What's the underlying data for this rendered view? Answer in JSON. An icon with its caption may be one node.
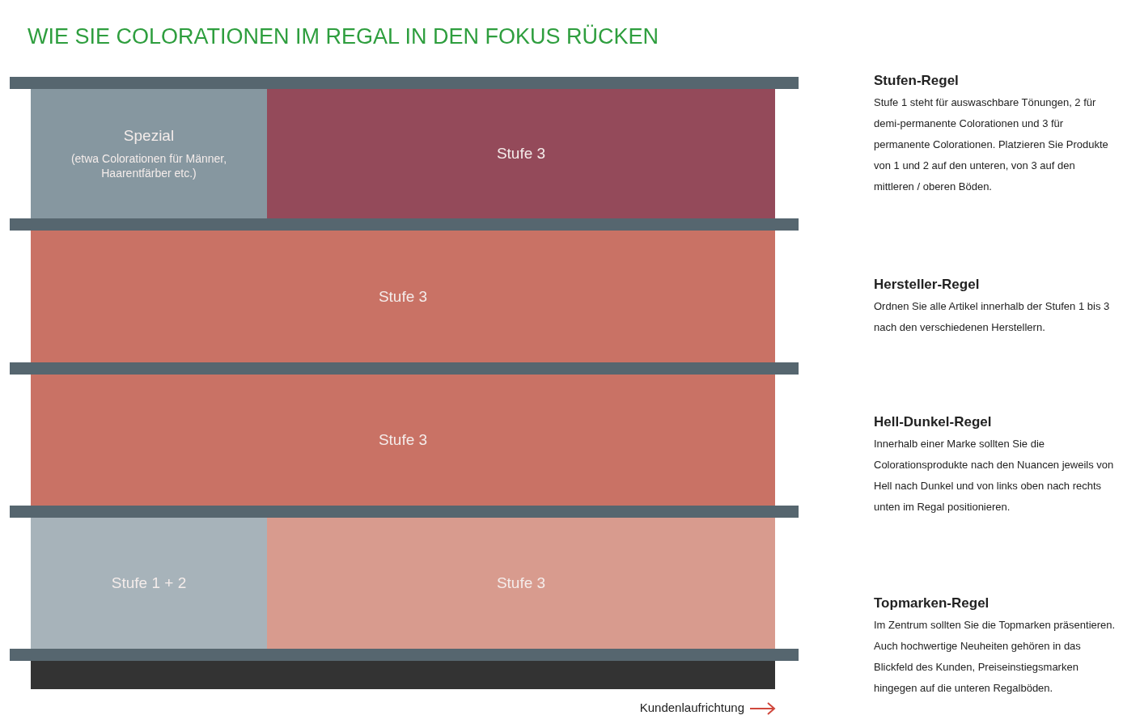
{
  "diagram": {
    "title": "WIE SIE COLORATIONEN IM REGAL IN DEN FOKUS RÜCKEN",
    "nodes": [
      {
        "text": [
          "Spezial",
          "(etwa Colorationen für Männer, Haarentfärber etc.)"
        ]
      },
      {
        "text": [
          "Stufe 3"
        ]
      },
      {
        "text": [
          "Stufe 3"
        ]
      },
      {
        "text": [
          "Stufe 3"
        ]
      },
      {
        "text": [
          "Stufe 1 + 2"
        ]
      },
      {
        "text": [
          "Stufe 3"
        ]
      }
    ],
    "labels": [
      "Stufen-Regel",
      "Stufe 1 steht für auswaschbare Tönungen, 2 für demi-permanente Colorationen und 3 für permanente Colorationen. Platzieren Sie Produkte von 1 und 2 auf den unteren, von 3 auf den mittleren / oberen Böden.",
      "Hersteller-Regel",
      "Ordnen Sie alle Artikel innerhalb der Stufen 1 bis 3 nach den verschiedenen Herstellern.",
      "Hell-Dunkel-Regel",
      "Innerhalb einer Marke sollten Sie die Colorationsprodukte nach den Nuancen jeweils von Hell nach Dunkel und von links oben nach rechts unten im Regal positionieren.",
      "Topmarken-Regel",
      "Im Zentrum sollten Sie die Topmarken präsentieren. Auch hochwertige Neuheiten gehören in das Blickfeld des Kunden, Preiseinstiegsmarken hingegen auf die unteren Regalböden.",
      "Kundenlaufrichtung"
    ]
  }
}
